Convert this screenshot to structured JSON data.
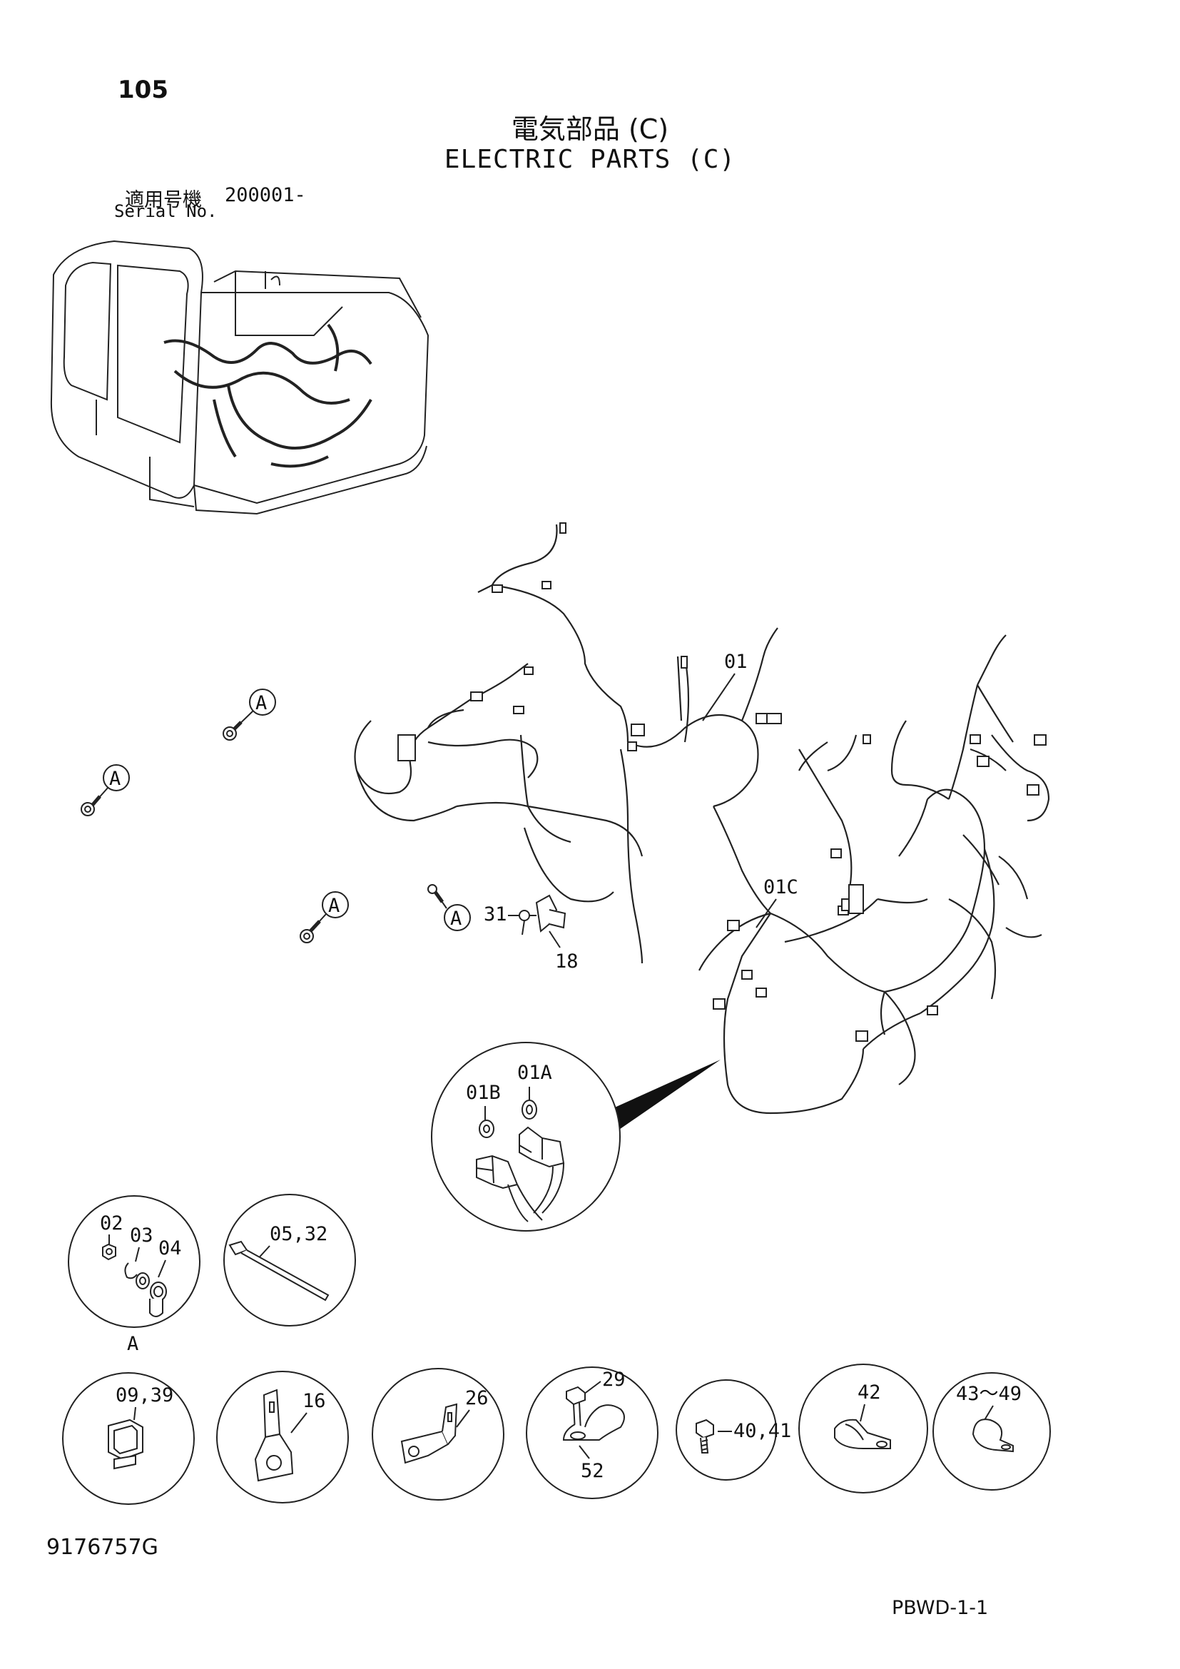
{
  "header": {
    "page_number": "105",
    "title_jp": "電気部品 (C)",
    "title_en": "ELECTRIC PARTS (C)",
    "serial_label_jp": "適用号機",
    "serial_value": "200001-",
    "serial_label_en": "Serial No."
  },
  "callouts": {
    "part_01": "01",
    "part_01c": "01C",
    "part_01a": "01A",
    "part_01b": "01B",
    "part_31": "31",
    "part_18": "18",
    "view_a_1": "A",
    "view_a_2": "A",
    "view_a_3": "A",
    "view_a_4": "A"
  },
  "detail_circles": {
    "a_group": {
      "p02": "02",
      "p03": "03",
      "p04": "04",
      "view": "A"
    },
    "tie": "05,32",
    "clip_09": "09,39",
    "bracket_16": "16",
    "bracket_26": "26",
    "clamp_29": {
      "bolt": "29",
      "clamp": "52"
    },
    "bolt_40": "40,41",
    "clamp_42": "42",
    "clamp_43": "43～49"
  },
  "footer": {
    "doc_number": "9176757G",
    "page_code": "PBWD-1-1"
  }
}
